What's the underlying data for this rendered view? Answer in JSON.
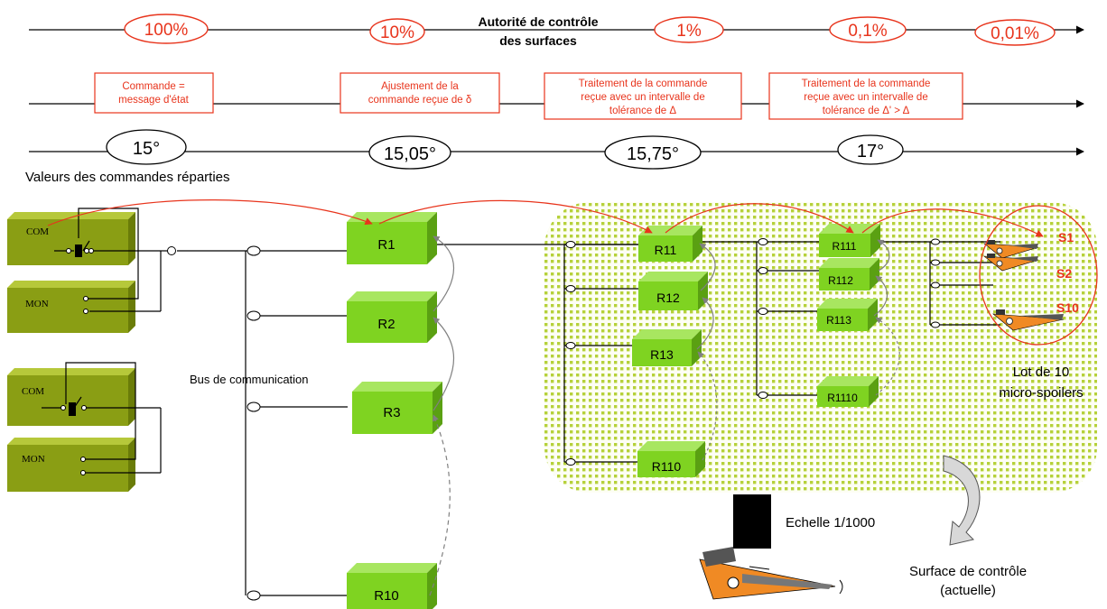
{
  "authority": {
    "title_line1": "Autorité de contrôle",
    "title_line2": "des surfaces",
    "levels": [
      "100%",
      "10%",
      "1%",
      "0,1%",
      "0,01%"
    ]
  },
  "processing": [
    {
      "line1": "Commande =",
      "line2": "message d'état",
      "line3": ""
    },
    {
      "line1": "Ajustement de la",
      "line2": "commande reçue de  δ",
      "line3": ""
    },
    {
      "line1": "Traitement de la commande",
      "line2": "reçue avec un intervalle de",
      "line3": "tolérance de  Δ"
    },
    {
      "line1": "Traitement de la commande",
      "line2": "reçue avec un intervalle de",
      "line3": "tolérance de  Δ' > Δ"
    }
  ],
  "commands": {
    "values": [
      "15°",
      "15,05°",
      "15,75°",
      "17°"
    ],
    "caption": "Valeurs des commandes réparties"
  },
  "controllers": [
    {
      "label": "COM"
    },
    {
      "label": "MON"
    },
    {
      "label": "COM"
    },
    {
      "label": "MON"
    }
  ],
  "bus_label": "Bus de communication",
  "relays_level1": [
    "R1",
    "R2",
    "R3",
    "R10"
  ],
  "relays_level2": [
    "R11",
    "R12",
    "R13",
    "R110"
  ],
  "relays_level3": [
    "R111",
    "R112",
    "R113",
    "R1110"
  ],
  "spoilers": {
    "labels": [
      "S1",
      "S2",
      "S10"
    ],
    "lot_line1": "Lot de 10",
    "lot_line2": "micro-spoilers"
  },
  "scale_label": "Echelle 1/1000",
  "surface_line1": "Surface de contrôle",
  "surface_line2": "(actuelle)",
  "colors": {
    "accent_red": "#e8341c",
    "box_front": "#7fd321",
    "box_top": "#a8e660",
    "box_side": "#5aa012",
    "controller_front": "#8a9e14",
    "controller_top": "#b6c83a",
    "controller_side": "#6a7c08",
    "zone_dots": "#b6d13a"
  }
}
